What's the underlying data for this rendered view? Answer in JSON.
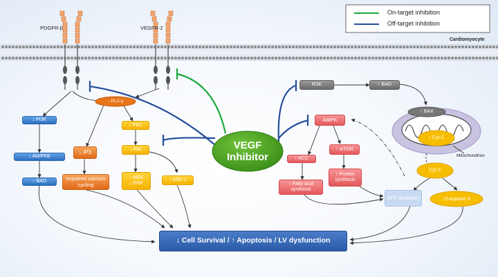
{
  "legend": {
    "on_target": "On-target inhibition",
    "off_target": "Off-target inhibition"
  },
  "colors": {
    "on_target": "#1aaa3c",
    "off_target": "#234e9a"
  },
  "receptors": {
    "pdgfr": "PDGFR-β",
    "vegfr": "VEGFR-2"
  },
  "cell_label": "Cardiomyocyte",
  "mitochondrion_label": "Mitochondrion",
  "inhibitor": {
    "line1": "VEGF",
    "line2": "Inhibitor"
  },
  "nodes": {
    "plc": "↓ PLC-γ",
    "pi3k": "↓ PI3K",
    "akt": "↓ Akt/PKB",
    "bad_left": "↑ BAD",
    "ip3": "↓ IP3",
    "calcium": "Impaired calcium cycling",
    "pkc": "↓ PKC",
    "raf": "↓ Raf",
    "mek": "↓ MEK",
    "erk": "↓ ERK",
    "ask1": "↑ ASK-1",
    "rsk": "RSK",
    "bad_right": "↑ BAD",
    "ampk": "AMPK",
    "acc": "↑ ACC",
    "mtor": "↑ mTOR",
    "fatty_acid": "↑ Fatty acid synthesis",
    "protein_synth": "↑ Protein synthesis",
    "atp": "ATP depletion",
    "bax": "↑ BAX",
    "cytc_mito": "↑ Cyt C",
    "cytc": "Cyt C",
    "caspase": "↑Caspase 9"
  },
  "outcome": "↓ Cell Survival / ↑ Apoptosis / LV dysfunction"
}
